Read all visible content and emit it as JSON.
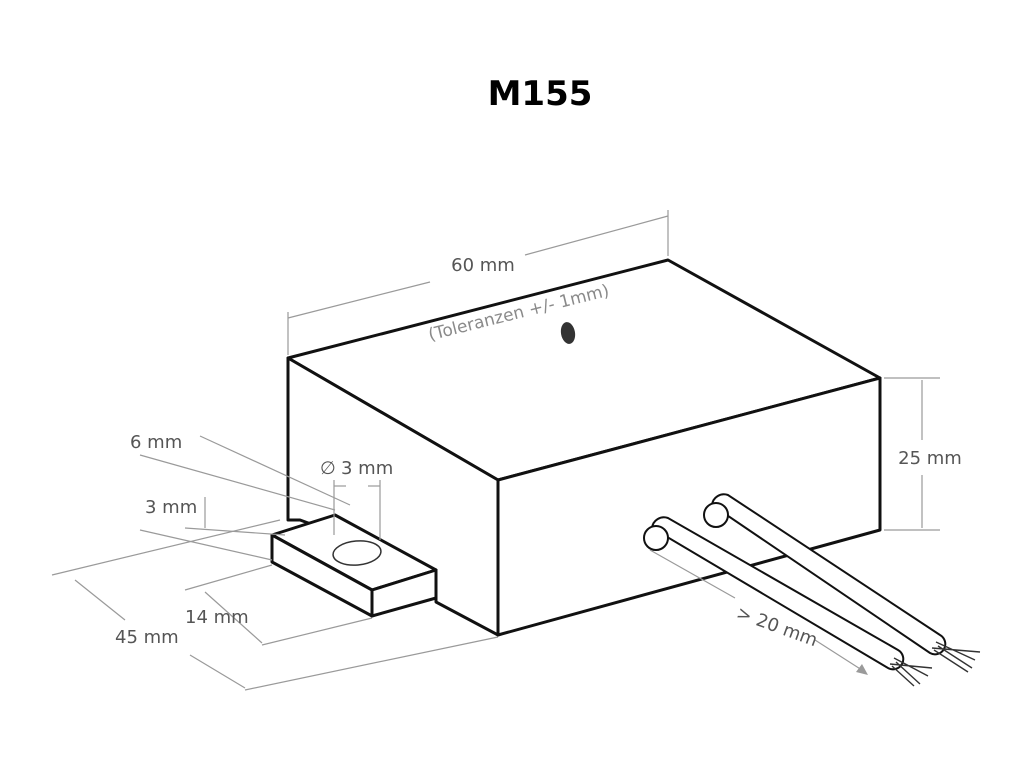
{
  "title": "M155",
  "dimensions": {
    "width": "60 mm",
    "tolerance": "(Toleranzen +/- 1mm)",
    "height": "25 mm",
    "hole": "3 mm",
    "tab_width": "6 mm",
    "tab_thickness": "3 mm",
    "tab_length": "14 mm",
    "depth": "45 mm",
    "wire_length": "> 20 mm"
  },
  "colors": {
    "outline": "#111111",
    "dimension": "#9a9a9a",
    "text": "#555555"
  }
}
